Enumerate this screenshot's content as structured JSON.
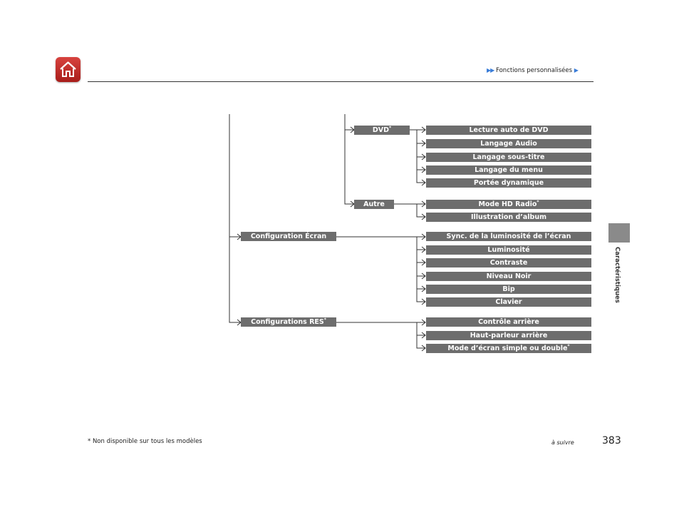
{
  "header": {
    "home_icon": "home-icon",
    "breadcrumb_arrows": "▶▶",
    "breadcrumb": "Fonctions personnalisées",
    "breadcrumb_end": "▶"
  },
  "side_tab": {
    "label": "Caractéristiques"
  },
  "tree": {
    "dvd": {
      "label": "DVD",
      "mark": "*"
    },
    "dvd_items": [
      {
        "label": "Lecture auto de DVD",
        "mark": ""
      },
      {
        "label": "Langage Audio",
        "mark": ""
      },
      {
        "label": "Langage sous-titre",
        "mark": ""
      },
      {
        "label": "Langage du menu",
        "mark": ""
      },
      {
        "label": "Portée dynamique",
        "mark": ""
      }
    ],
    "autre": {
      "label": "Autre",
      "mark": ""
    },
    "autre_items": [
      {
        "label": "Mode HD Radio",
        "mark": "*"
      },
      {
        "label": "Illustration d’album",
        "mark": ""
      }
    ],
    "ecran": {
      "label": "Configuration Écran",
      "mark": ""
    },
    "ecran_items": [
      {
        "label": "Sync. de la luminosité de l’écran",
        "mark": ""
      },
      {
        "label": "Luminosité",
        "mark": ""
      },
      {
        "label": "Contraste",
        "mark": ""
      },
      {
        "label": "Niveau Noir",
        "mark": ""
      },
      {
        "label": "Bip",
        "mark": ""
      },
      {
        "label": "Clavier",
        "mark": ""
      }
    ],
    "res": {
      "label": "Configurations RES",
      "mark": "*"
    },
    "res_items": [
      {
        "label": "Contrôle arrière",
        "mark": ""
      },
      {
        "label": "Haut-parleur arrière",
        "mark": ""
      },
      {
        "label": "Mode d’écran simple ou double",
        "mark": "*"
      }
    ]
  },
  "footer": {
    "footnote": "* Non disponible sur tous les modèles",
    "continue": "à suivre",
    "page_number": "383"
  },
  "colors": {
    "box": "#6d6d6d",
    "accent": "#c62a26",
    "arrow": "#3a7dd8"
  }
}
